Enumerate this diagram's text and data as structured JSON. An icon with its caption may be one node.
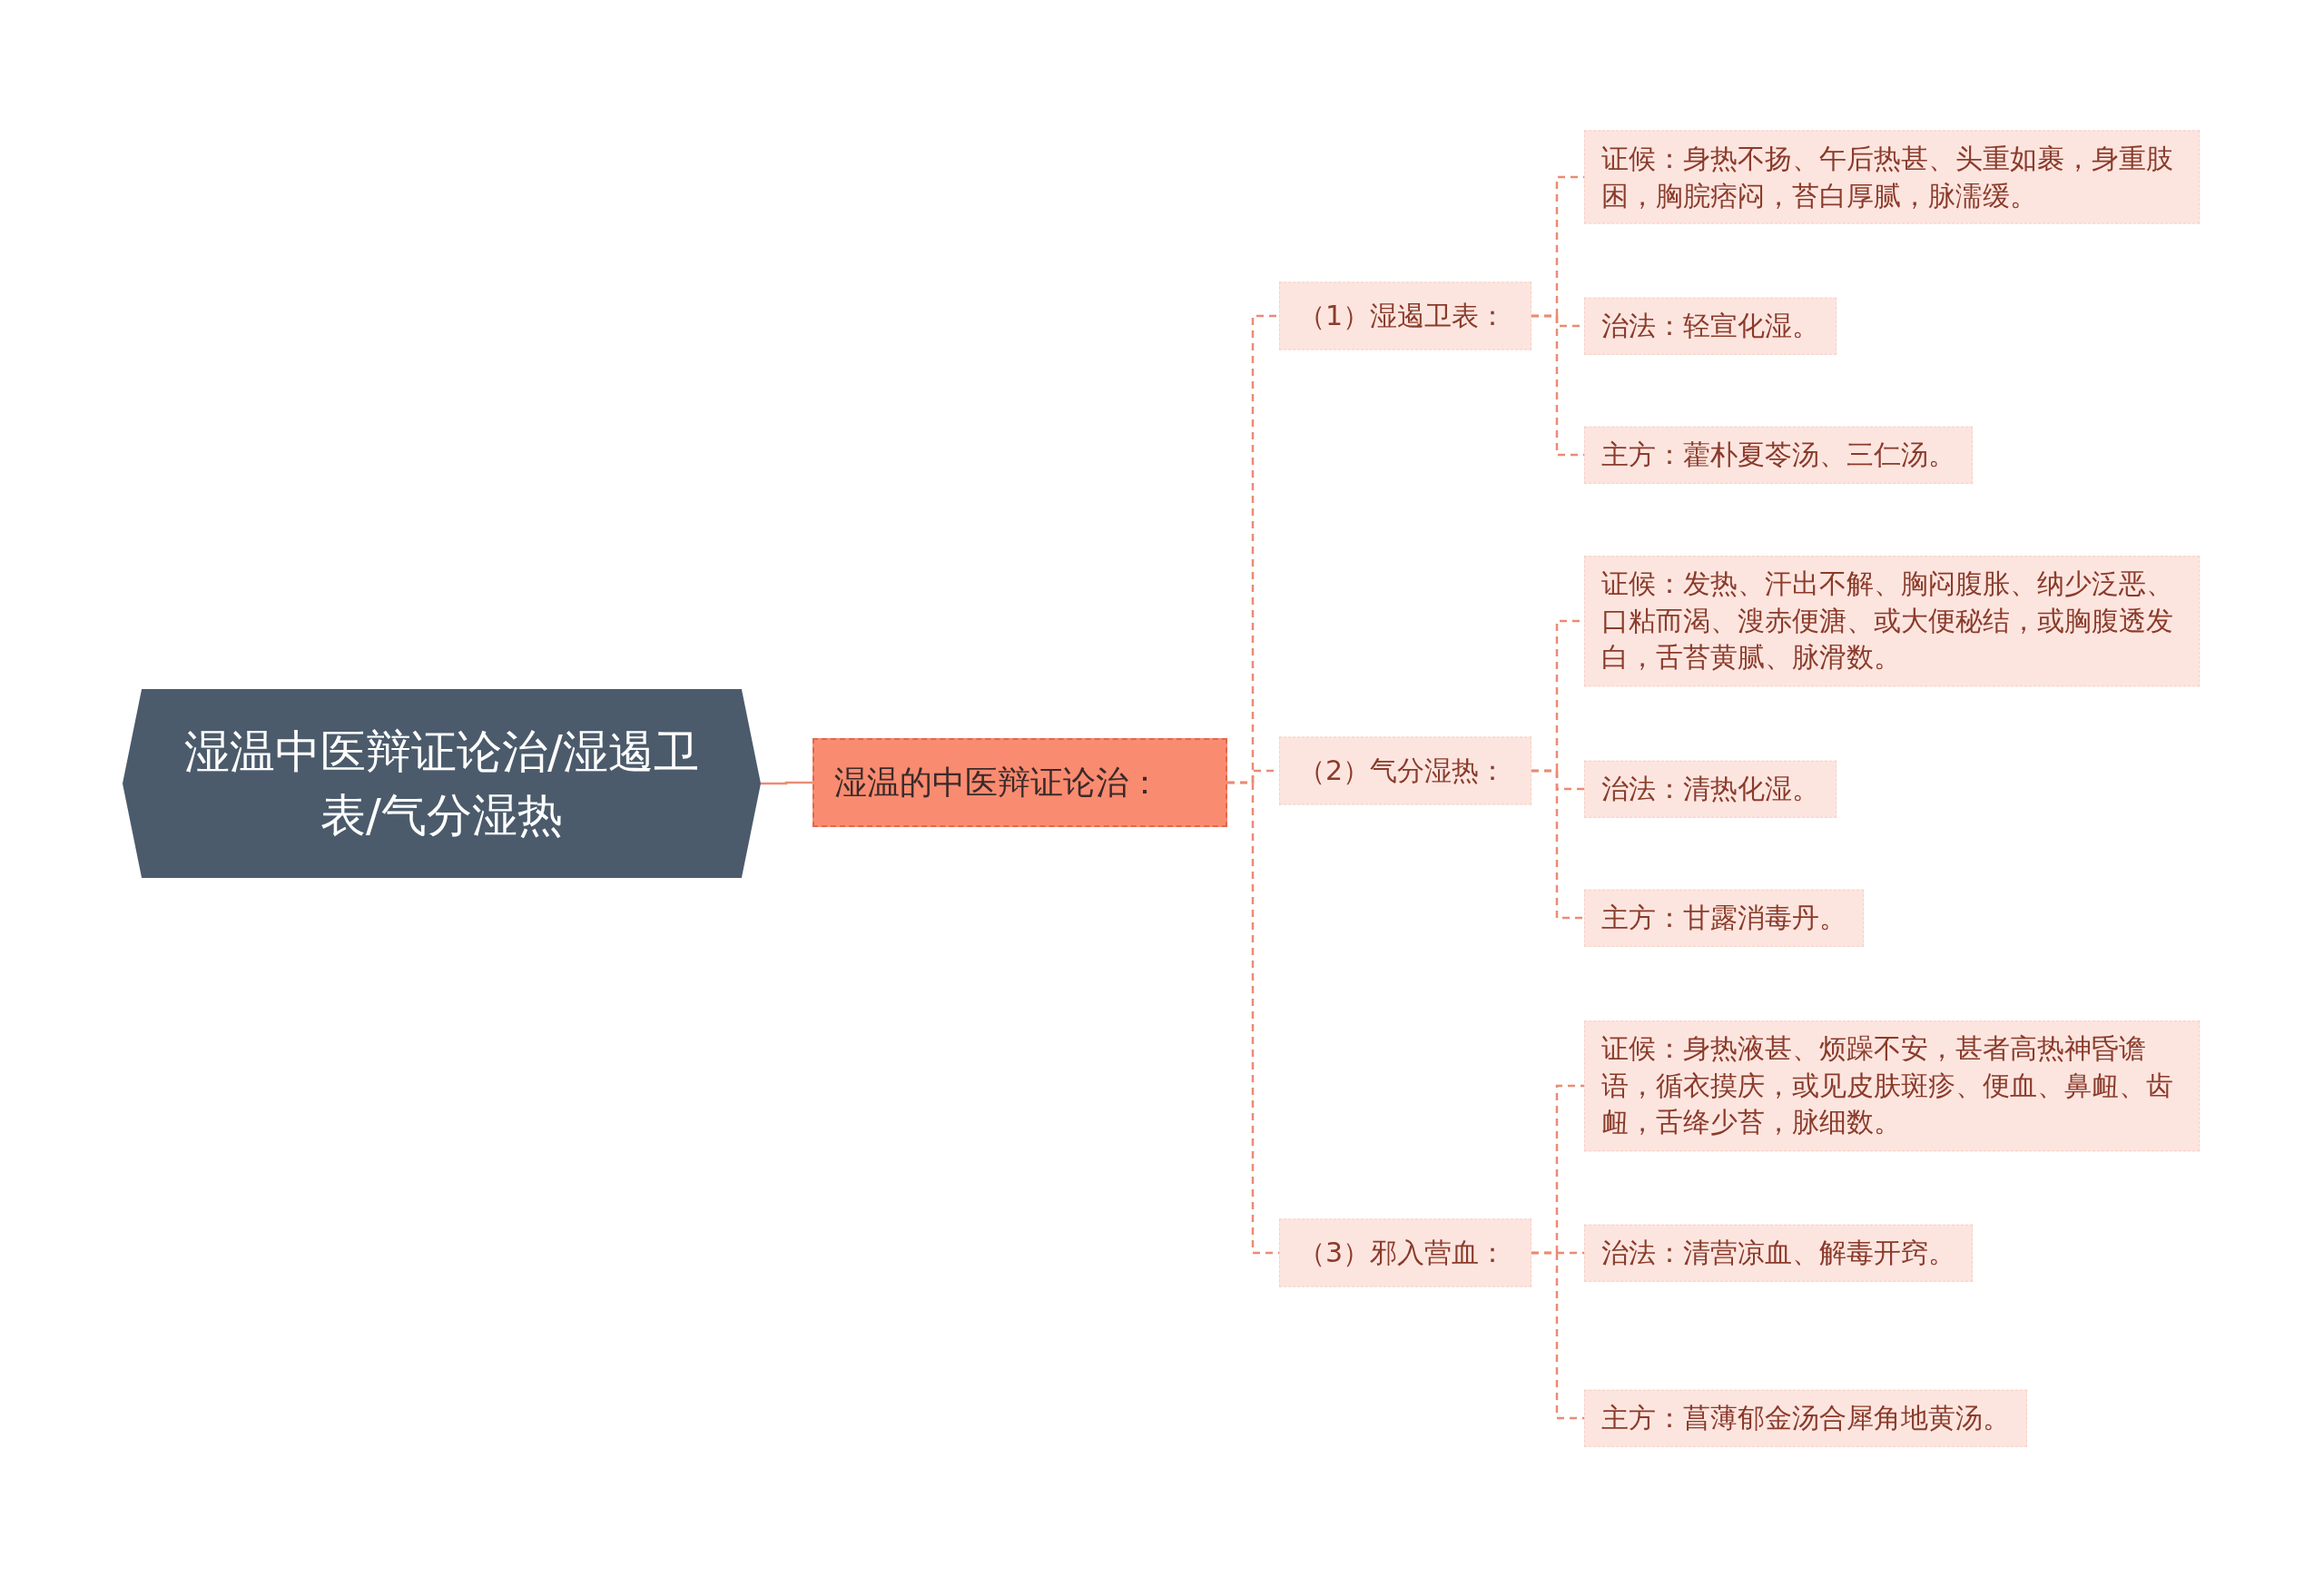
{
  "diagram": {
    "nodes": [
      {
        "text": [
          "湿温中医辩证论治/湿遏卫表/气分湿热"
        ]
      },
      {
        "text": [
          "湿温的中医辩证论治："
        ]
      },
      {
        "text": [
          "（1）湿遏卫表："
        ]
      },
      {
        "text": [
          "证候：身热不扬、午后热甚、头重如裹，身重肢困，胸脘痞闷，苔白厚腻，脉濡缓。"
        ]
      },
      {
        "text": [
          "治法：轻宣化湿。"
        ]
      },
      {
        "text": [
          "主方：藿朴夏苓汤、三仁汤。"
        ]
      },
      {
        "text": [
          "（2）气分湿热："
        ]
      },
      {
        "text": [
          "证候：发热、汗出不解、胸闷腹胀、纳少泛恶、口粘而渴、溲赤便溏、或大便秘结，或胸腹透发白，舌苔黄腻、脉滑数。"
        ]
      },
      {
        "text": [
          "治法：清热化湿。"
        ]
      },
      {
        "text": [
          "主方：甘露消毒丹。"
        ]
      },
      {
        "text": [
          "（3）邪入营血："
        ]
      },
      {
        "text": [
          "证候：身热液甚、烦躁不安，甚者高热神昏谵语，循衣摸庆，或见皮肤斑疹、便血、鼻衄、齿衄，舌绛少苔，脉细数。"
        ]
      },
      {
        "text": [
          "治法：清营凉血、解毒开窍。"
        ]
      },
      {
        "text": [
          "主方：菖薄郁金汤合犀角地黄汤。"
        ]
      }
    ],
    "edges": [
      {
        "from": 0,
        "to": 1,
        "arrow": "none"
      },
      {
        "from": 1,
        "to": 2,
        "arrow": "none",
        "style": "dashed"
      },
      {
        "from": 1,
        "to": 6,
        "arrow": "none",
        "style": "dashed"
      },
      {
        "from": 1,
        "to": 10,
        "arrow": "none",
        "style": "dashed"
      },
      {
        "from": 2,
        "to": 3,
        "arrow": "none",
        "style": "dashed"
      },
      {
        "from": 2,
        "to": 4,
        "arrow": "none",
        "style": "dashed"
      },
      {
        "from": 2,
        "to": 5,
        "arrow": "none",
        "style": "dashed"
      },
      {
        "from": 6,
        "to": 7,
        "arrow": "none",
        "style": "dashed"
      },
      {
        "from": 6,
        "to": 8,
        "arrow": "none",
        "style": "dashed"
      },
      {
        "from": 6,
        "to": 9,
        "arrow": "none",
        "style": "dashed"
      },
      {
        "from": 10,
        "to": 11,
        "arrow": "none",
        "style": "dashed"
      },
      {
        "from": 10,
        "to": 12,
        "arrow": "none",
        "style": "dashed"
      },
      {
        "from": 10,
        "to": 13,
        "arrow": "none",
        "style": "dashed"
      }
    ]
  }
}
